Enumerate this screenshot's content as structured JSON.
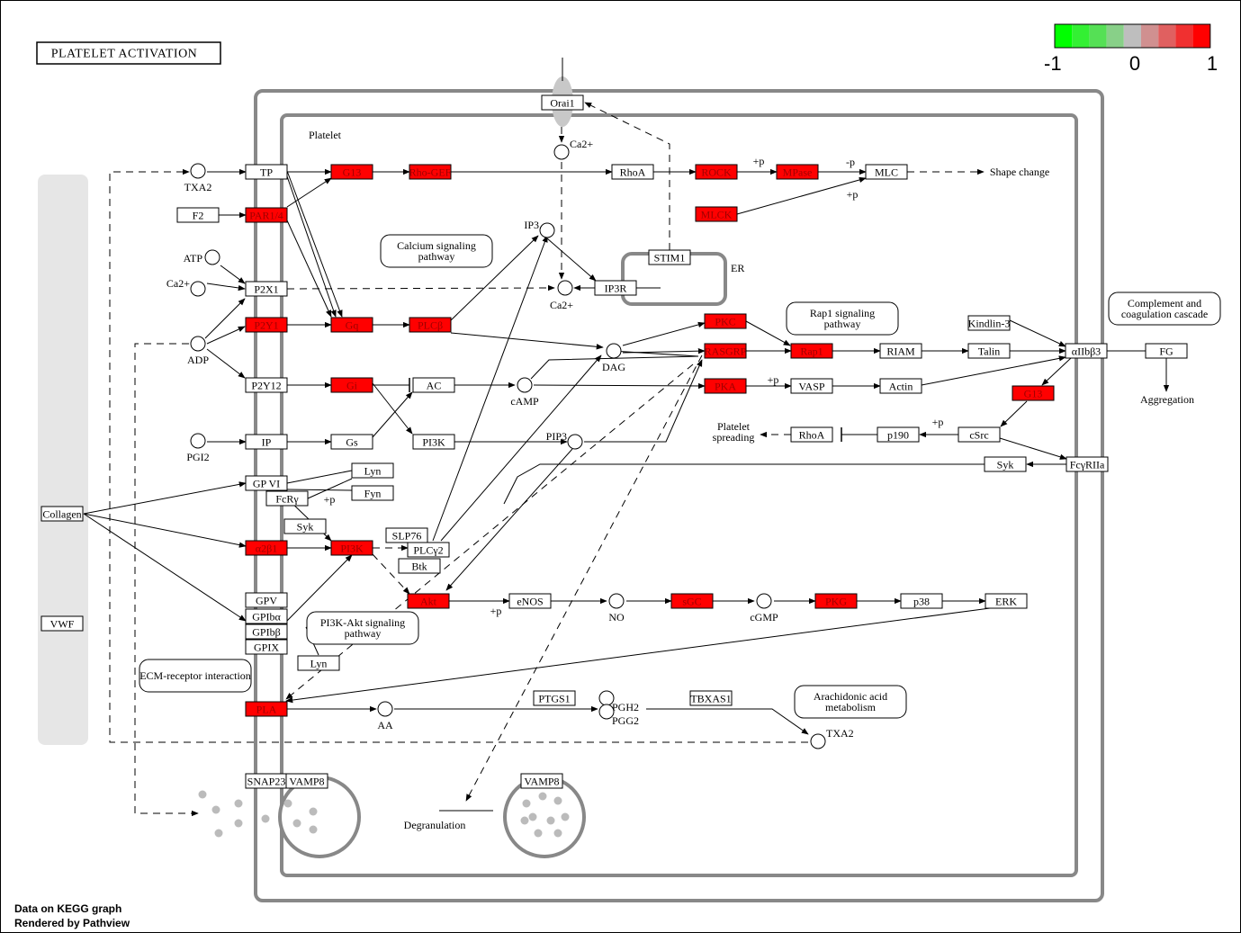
{
  "title": "PLATELET ACTIVATION",
  "cell_label": "Platelet",
  "er_label": "ER",
  "footer": [
    "Data on KEGG graph",
    "Rendered by Pathview"
  ],
  "legend": {
    "colors": [
      "#00FF00",
      "#33F033",
      "#55E055",
      "#88D088",
      "#BEBEBE",
      "#D09090",
      "#E06060",
      "#F03030",
      "#FF0000"
    ],
    "ticks": [
      "-1",
      "0",
      "1"
    ]
  },
  "colors": {
    "up": "#FF0000",
    "neutral": "#FFFFFF",
    "region": "#E6E6E6",
    "membrane": "#888888"
  },
  "nodes": [
    {
      "id": "orai1",
      "label": "Orai1",
      "fill": "white"
    },
    {
      "id": "tp",
      "label": "TP",
      "fill": "white"
    },
    {
      "id": "g13a",
      "label": "G13",
      "fill": "red"
    },
    {
      "id": "rhogef",
      "label": "Rho-GEF",
      "fill": "red"
    },
    {
      "id": "rhoa1",
      "label": "RhoA",
      "fill": "white"
    },
    {
      "id": "rock",
      "label": "ROCK",
      "fill": "red"
    },
    {
      "id": "mpase",
      "label": "MPase",
      "fill": "red"
    },
    {
      "id": "mlc",
      "label": "MLC",
      "fill": "white"
    },
    {
      "id": "f2",
      "label": "F2",
      "fill": "white"
    },
    {
      "id": "par14",
      "label": "PAR1/4",
      "fill": "red"
    },
    {
      "id": "mlck",
      "label": "MLCK",
      "fill": "red"
    },
    {
      "id": "stim1",
      "label": "STIM1",
      "fill": "white"
    },
    {
      "id": "p2x1",
      "label": "P2X1",
      "fill": "white"
    },
    {
      "id": "ip3r",
      "label": "IP3R",
      "fill": "white"
    },
    {
      "id": "p2y1",
      "label": "P2Y1",
      "fill": "red"
    },
    {
      "id": "gq",
      "label": "Gq",
      "fill": "red"
    },
    {
      "id": "plcb",
      "label": "PLCβ",
      "fill": "red"
    },
    {
      "id": "pkc",
      "label": "PKC",
      "fill": "red"
    },
    {
      "id": "rasgrp",
      "label": "RASGRP",
      "fill": "red"
    },
    {
      "id": "rap1",
      "label": "Rap1",
      "fill": "red"
    },
    {
      "id": "riam",
      "label": "RIAM",
      "fill": "white"
    },
    {
      "id": "talin",
      "label": "Talin",
      "fill": "white"
    },
    {
      "id": "kindlin3",
      "label": "Kindlin-3",
      "fill": "white"
    },
    {
      "id": "aiib3",
      "label": "αIIbβ3",
      "fill": "white"
    },
    {
      "id": "fg",
      "label": "FG",
      "fill": "white"
    },
    {
      "id": "p2y12",
      "label": "P2Y12",
      "fill": "white"
    },
    {
      "id": "gi",
      "label": "Gi",
      "fill": "red"
    },
    {
      "id": "ac",
      "label": "AC",
      "fill": "white"
    },
    {
      "id": "pka",
      "label": "PKA",
      "fill": "red"
    },
    {
      "id": "vasp",
      "label": "VASP",
      "fill": "white"
    },
    {
      "id": "actin",
      "label": "Actin",
      "fill": "white"
    },
    {
      "id": "g13b",
      "label": "G13",
      "fill": "red"
    },
    {
      "id": "ip",
      "label": "IP",
      "fill": "white"
    },
    {
      "id": "gs",
      "label": "Gs",
      "fill": "white"
    },
    {
      "id": "pi3k1",
      "label": "PI3K",
      "fill": "white"
    },
    {
      "id": "rhoa2",
      "label": "RhoA",
      "fill": "white"
    },
    {
      "id": "p190",
      "label": "p190",
      "fill": "white"
    },
    {
      "id": "csrc",
      "label": "cSrc",
      "fill": "white"
    },
    {
      "id": "gpvi",
      "label": "GP VI",
      "fill": "white"
    },
    {
      "id": "lyn1",
      "label": "Lyn",
      "fill": "white"
    },
    {
      "id": "fyn",
      "label": "Fyn",
      "fill": "white"
    },
    {
      "id": "fcrg",
      "label": "FcRγ",
      "fill": "white"
    },
    {
      "id": "syk1",
      "label": "Syk",
      "fill": "white"
    },
    {
      "id": "syk2",
      "label": "Syk",
      "fill": "white"
    },
    {
      "id": "fcgr2a",
      "label": "FcγRIIa",
      "fill": "white"
    },
    {
      "id": "collagen",
      "label": "Collagen",
      "fill": "white"
    },
    {
      "id": "a2b1",
      "label": "α2β1",
      "fill": "red"
    },
    {
      "id": "pi3k2",
      "label": "PI3K",
      "fill": "red"
    },
    {
      "id": "slp76",
      "label": "SLP76",
      "fill": "white"
    },
    {
      "id": "plcg2",
      "label": "PLCγ2",
      "fill": "white"
    },
    {
      "id": "btk",
      "label": "Btk",
      "fill": "white"
    },
    {
      "id": "akt",
      "label": "Akt",
      "fill": "red"
    },
    {
      "id": "enos",
      "label": "eNOS",
      "fill": "white"
    },
    {
      "id": "sgc",
      "label": "sGC",
      "fill": "red"
    },
    {
      "id": "pkg",
      "label": "PKG",
      "fill": "red"
    },
    {
      "id": "p38",
      "label": "p38",
      "fill": "white"
    },
    {
      "id": "erk",
      "label": "ERK",
      "fill": "white"
    },
    {
      "id": "gpv",
      "label": "GPV",
      "fill": "white"
    },
    {
      "id": "gpiba",
      "label": "GPIbα",
      "fill": "white"
    },
    {
      "id": "gpibb",
      "label": "GPIbβ",
      "fill": "white"
    },
    {
      "id": "gpix",
      "label": "GPIX",
      "fill": "white"
    },
    {
      "id": "vwf",
      "label": "VWF",
      "fill": "white"
    },
    {
      "id": "lyn2",
      "label": "Lyn",
      "fill": "white"
    },
    {
      "id": "pla",
      "label": "PLA",
      "fill": "red"
    },
    {
      "id": "ptgs1",
      "label": "PTGS1",
      "fill": "white"
    },
    {
      "id": "tbxas1",
      "label": "TBXAS1",
      "fill": "white"
    },
    {
      "id": "snap23",
      "label": "SNAP23",
      "fill": "white"
    },
    {
      "id": "vamp8a",
      "label": "VAMP8",
      "fill": "white"
    },
    {
      "id": "vamp8b",
      "label": "VAMP8",
      "fill": "white"
    }
  ],
  "compounds": [
    {
      "id": "txa2a",
      "label": "TXA2"
    },
    {
      "id": "ca_top",
      "label": "Ca2+"
    },
    {
      "id": "ip3",
      "label": "IP3"
    },
    {
      "id": "atp",
      "label": "ATP"
    },
    {
      "id": "ca_left",
      "label": "Ca2+"
    },
    {
      "id": "ca_mid",
      "label": "Ca2+"
    },
    {
      "id": "adp",
      "label": "ADP"
    },
    {
      "id": "dag",
      "label": "DAG"
    },
    {
      "id": "camp",
      "label": "cAMP"
    },
    {
      "id": "pgi2",
      "label": "PGI2"
    },
    {
      "id": "pip3",
      "label": "PIP3"
    },
    {
      "id": "no",
      "label": "NO"
    },
    {
      "id": "cgmp",
      "label": "cGMP"
    },
    {
      "id": "aa",
      "label": "AA"
    },
    {
      "id": "pgh2",
      "label": "PGH2"
    },
    {
      "id": "pgg2",
      "label": "PGG2"
    },
    {
      "id": "txa2b",
      "label": "TXA2"
    }
  ],
  "pathways": [
    {
      "id": "calcium",
      "label": "Calcium signaling pathway"
    },
    {
      "id": "rap1path",
      "label": "Rap1 signaling pathway"
    },
    {
      "id": "complement",
      "label": "Complement and coagulation cascade"
    },
    {
      "id": "pi3kakt",
      "label": "PI3K-Akt signaling pathway"
    },
    {
      "id": "ecm",
      "label": "ECM-receptor interaction"
    },
    {
      "id": "arach",
      "label": "Arachidonic acid metabolism"
    }
  ],
  "labels": [
    {
      "id": "shape",
      "label": "Shape change"
    },
    {
      "id": "aggregation",
      "label": "Aggregation"
    },
    {
      "id": "spreading",
      "label": "Platelet spreading"
    },
    {
      "id": "degran",
      "label": "Degranulation"
    },
    {
      "id": "p_mlc_minus",
      "label": "-p"
    },
    {
      "id": "p_mlc_plus",
      "label": "+p"
    },
    {
      "id": "p_rock",
      "label": "+p"
    },
    {
      "id": "p_vasp",
      "label": "+p"
    },
    {
      "id": "p_p190",
      "label": "+p"
    },
    {
      "id": "p_fcrg",
      "label": "+p"
    },
    {
      "id": "p_akt",
      "label": "+p"
    }
  ]
}
